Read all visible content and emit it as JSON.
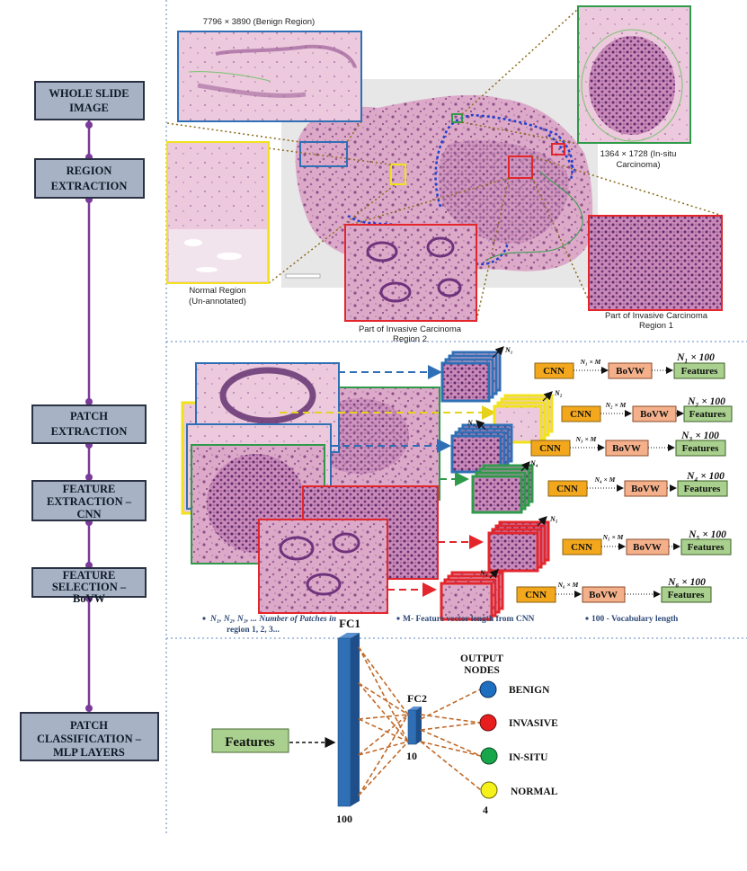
{
  "pipeline": [
    {
      "id": "wsi",
      "lines": [
        "WHOLE SLIDE",
        "IMAGE"
      ]
    },
    {
      "id": "region",
      "lines": [
        "REGION",
        "EXTRACTION"
      ]
    },
    {
      "id": "patch",
      "lines": [
        "PATCH",
        "EXTRACTION"
      ]
    },
    {
      "id": "cnn",
      "lines": [
        "FEATURE",
        "EXTRACTION –",
        "CNN"
      ]
    },
    {
      "id": "bovw",
      "lines": [
        "FEATURE",
        "SELECTION –",
        "BoVW"
      ]
    },
    {
      "id": "mlp",
      "lines": [
        "PATCH",
        "CLASSIFICATION –",
        "MLP LAYERS"
      ]
    }
  ],
  "region_labels": {
    "benign": "7796  × 3890  (Benign Region)",
    "insitu_1": "1364  × 1728 (In-situ",
    "insitu_2": "Carcinoma)",
    "normal_1": "Normal Region",
    "normal_2": "(Un-annotated)",
    "inv2_1": "Part of Invasive Carcinoma",
    "inv2_2": "Region 2",
    "inv1_1": "Part of Invasive Carcinoma",
    "inv1_2": "Region 1"
  },
  "patch_rows": [
    {
      "n": "N₁",
      "edge": "N₁ × M",
      "feat": "N₁ × 100",
      "color": "#2f6fb5"
    },
    {
      "n": "N₂",
      "edge": "N₂ × M",
      "feat": "N₂ × 100",
      "color": "#f2e21c"
    },
    {
      "n": "N₃",
      "edge": "N₃ × M",
      "feat": "N₃ × 100",
      "color": "#2f6fb5"
    },
    {
      "n": "N₄",
      "edge": "N₄ × M",
      "feat": "N₄ × 100",
      "color": "#2e9a4a"
    },
    {
      "n": "N₅",
      "edge": "N₅ × M",
      "feat": "N₅ × 100",
      "color": "#e3262b"
    },
    {
      "n": "N₆",
      "edge": "N₆ × M",
      "feat": "N₆ × 100",
      "color": "#e3262b"
    }
  ],
  "box_labels": {
    "cnn": "CNN",
    "bovw": "BoVW",
    "features": "Features"
  },
  "legend": {
    "item1a": "N₁, N₂, N₃, ... Number of Patches in",
    "item1b": "region 1, 2, 3...",
    "item2": "M- Feature vector length from CNN",
    "item3": "100 - Vocabulary length"
  },
  "mlp": {
    "input": "Features",
    "fc1": "FC1",
    "fc1_size": "100",
    "fc2": "FC2",
    "fc2_size": "10",
    "out_title_1": "OUTPUT",
    "out_title_2": "NODES",
    "out_size": "4",
    "outputs": [
      {
        "label": "BENIGN",
        "color": "#1f6fc0"
      },
      {
        "label": "INVASIVE",
        "color": "#e81d1d"
      },
      {
        "label": "IN-SITU",
        "color": "#18a64a"
      },
      {
        "label": "NORMAL",
        "color": "#f4f21a"
      }
    ]
  }
}
